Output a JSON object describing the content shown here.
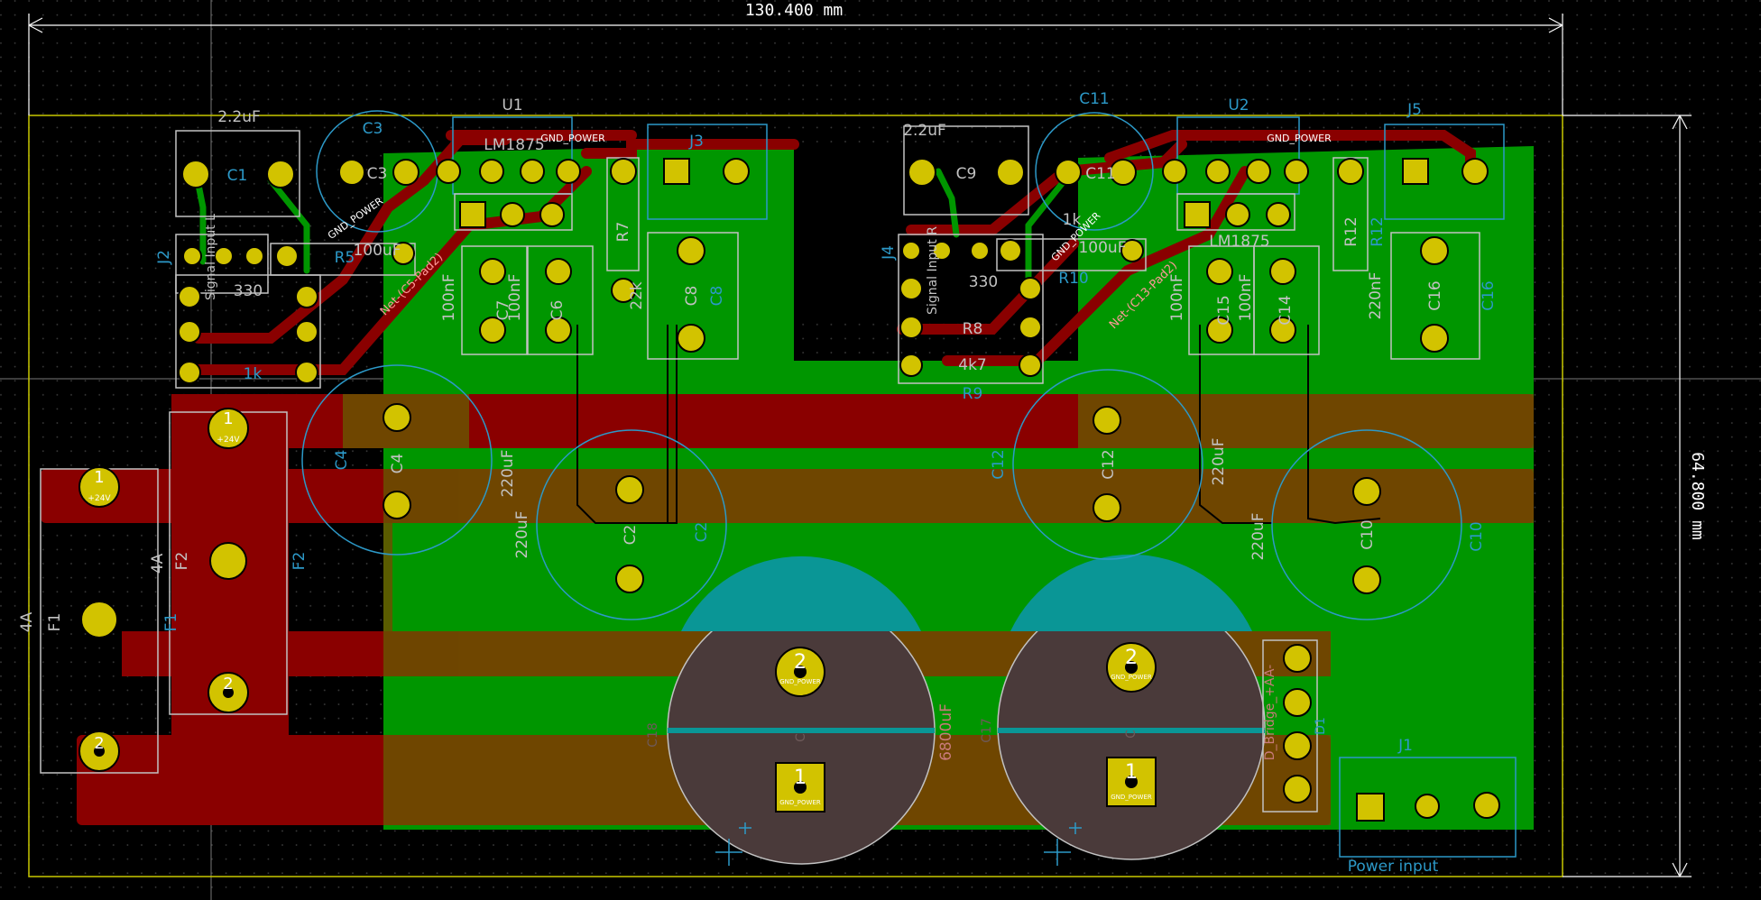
{
  "dimensions": {
    "width_label": "130.400 mm",
    "height_label": "64.800 mm"
  },
  "colors": {
    "background": "#000000",
    "grid": "#3a3a3a",
    "board_edge": "#c8c800",
    "front_copper": "#c80000",
    "back_copper": "#009600",
    "overlap": "#a07000",
    "pad": "#d2c300",
    "silk": "#d7d7d7",
    "courtyard": "#c2c2c2",
    "fab": "#2c99c8",
    "dim": "#ffffff"
  },
  "labels": {
    "c1_value": "2.2uF",
    "c1_ref": "C1",
    "c3_top": "C3",
    "c3_mid": "C3",
    "c3_value": "100uF",
    "u1_ref": "U1",
    "u1_part": "LM1875",
    "u1_net": "GND_POWER",
    "u1_pin": "1",
    "j3_ref": "J3",
    "r5": "R5",
    "r7": "R7",
    "j2": "J2",
    "sig_in_l": "Signal Input L",
    "gnd_power_a": "GND_POWER",
    "r4_val": "1k",
    "r_val_330": "330",
    "c7": "C7",
    "c6": "C6",
    "c7_val": "100nF",
    "c6_val": "100nF",
    "c8": "C8",
    "c8b": "C8",
    "r7_val": "22k",
    "net_c5": "Net-(C5-Pad2)",
    "c9_value": "2.2uF",
    "c9": "C9",
    "c11_top": "C11",
    "c11": "C11",
    "c11_val": "100uF",
    "u2_ref": "U2",
    "u2_part": "LM1875",
    "u2_net": "GND_POWER",
    "u2_pin": "1",
    "j5": "J5",
    "r12": "R12",
    "r12b": "R12",
    "r10": "R10",
    "j4": "J4",
    "gnd_power_b": "GND_POWER",
    "sig_in_r": "Signal Input R",
    "r_val_330b": "330",
    "r8": "R8",
    "r9": "R9",
    "r9_val": "4k7",
    "r10_val": "1k",
    "net_c13": "Net-(C13-Pad2)",
    "c15": "C15",
    "c14": "C14",
    "c15_val": "100nF",
    "c14_val": "100nF",
    "c16": "C16",
    "c16b": "C16",
    "r12_val": "220nF",
    "c4": "C4",
    "c4b": "C4",
    "c4_val": "220uF",
    "c2": "C2",
    "c2b": "C2",
    "c2_val": "220uF",
    "c12": "C12",
    "c12b": "C12",
    "c12_val": "220uF",
    "c10": "C10",
    "c10b": "C10",
    "c10_val": "220uF",
    "f1": "F1",
    "f1b": "F1",
    "f1_val": "4A",
    "f2": "F2",
    "f2b": "F2",
    "f2_val": "4A",
    "pin1": "1",
    "pin2": "2",
    "plus24": "+24V",
    "big_cap_val": "6800uF",
    "big_cap_a": "C18",
    "big_cap_b": "C17",
    "big_cap_ref": "C",
    "gnd_power_small": "GND_POWER",
    "d1": "D1",
    "d_bridge": "D_Bridge_+AA-",
    "j1": "J1",
    "power_input": "Power input"
  }
}
